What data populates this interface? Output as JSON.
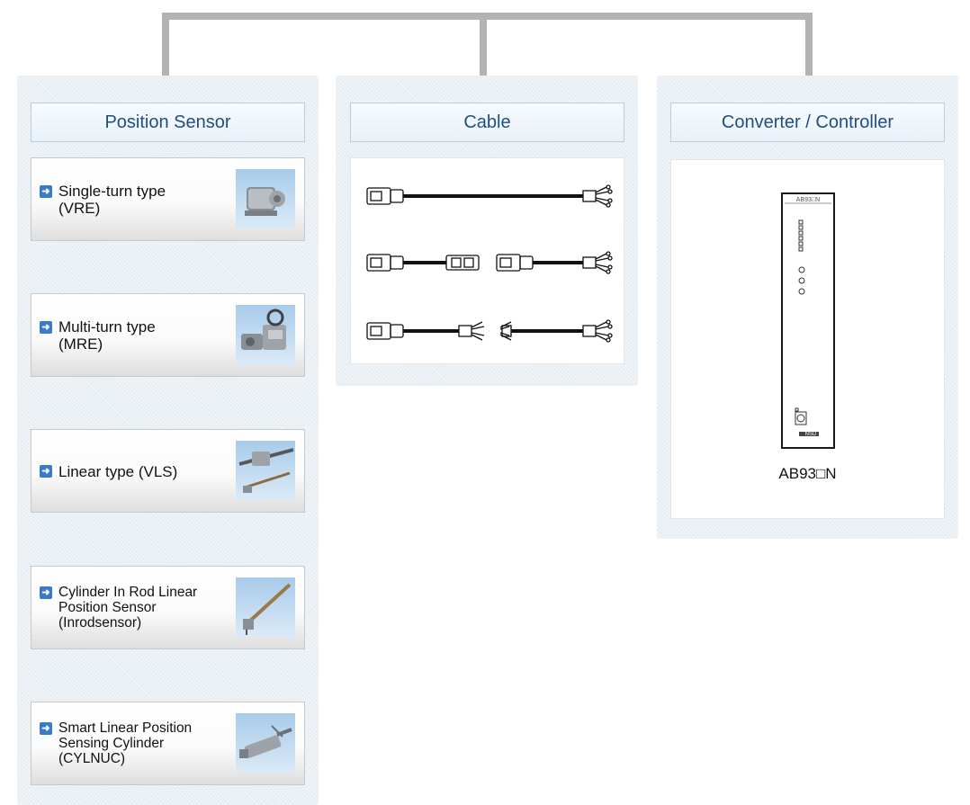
{
  "columns": {
    "sensor": {
      "title": "Position Sensor",
      "items": [
        {
          "line1": "Single-turn type",
          "line2": "(VRE)",
          "line3": ""
        },
        {
          "line1": "Multi-turn type",
          "line2": "(MRE)",
          "line3": ""
        },
        {
          "line1": "Linear type (VLS)",
          "line2": "",
          "line3": ""
        },
        {
          "line1": "Cylinder In Rod Linear",
          "line2": "Position Sensor",
          "line3": "(Inrodsensor)"
        },
        {
          "line1": "Smart Linear Position",
          "line2": "Sensing Cylinder",
          "line3": "(CYLNUC)"
        }
      ]
    },
    "cable": {
      "title": "Cable"
    },
    "converter": {
      "title": "Converter / Controller",
      "product": "AB93□N",
      "device_header": "AB93□N",
      "device_brand": "NSD"
    }
  },
  "colors": {
    "connector": "#b3b3b3",
    "column_bg": "#e6eef4",
    "header_text": "#1f4f82",
    "arrow_icon": "#3b7bc6"
  },
  "icons": [
    "arrow-right-icon",
    "rotary-encoder-icon",
    "multi-turn-sensor-icon",
    "linear-sensor-icon",
    "rod-sensor-icon",
    "cylinder-sensor-icon",
    "cable-icon",
    "controller-unit-icon"
  ]
}
